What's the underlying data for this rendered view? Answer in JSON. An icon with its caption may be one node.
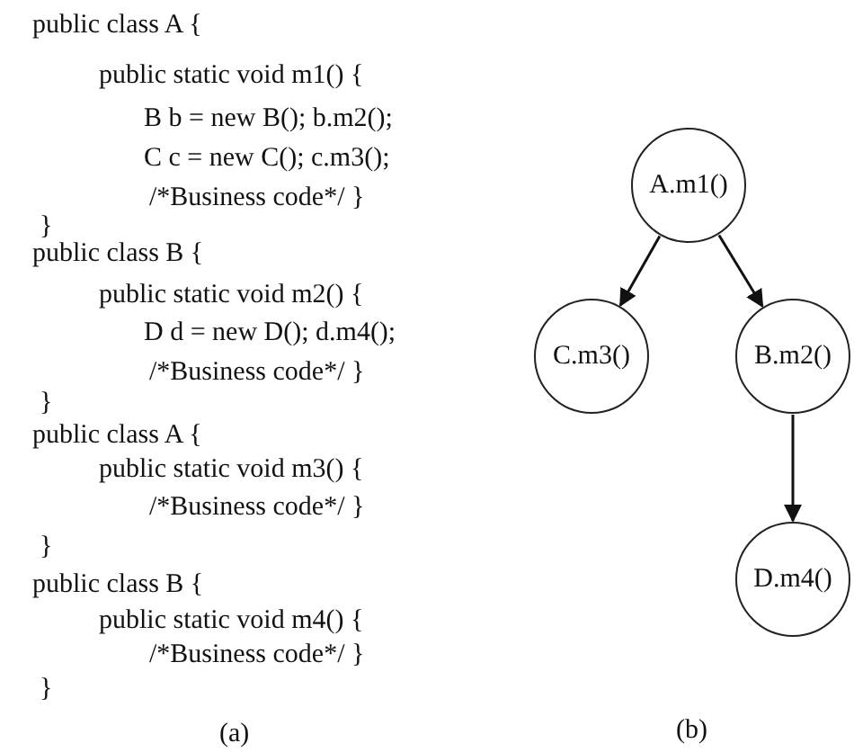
{
  "diagram": {
    "nodes": [
      {
        "text": [
          "A.m1()"
        ]
      },
      {
        "text": [
          "C.m3()"
        ]
      },
      {
        "text": [
          "B.m2()"
        ]
      },
      {
        "text": [
          "D.m4()"
        ]
      }
    ],
    "edges": [
      {
        "from": 0,
        "to": 1,
        "arrow": "to"
      },
      {
        "from": 0,
        "to": 2,
        "arrow": "to"
      },
      {
        "from": 2,
        "to": 3,
        "arrow": "to"
      }
    ],
    "labels": [
      "public class A {",
      "public static void m1() {",
      "B b = new B(); b.m2();",
      "C c = new C(); c.m3();",
      "/*Business code*/ }",
      "}",
      "public class B {",
      "public static void m2() {",
      "D d = new D(); d.m4();",
      "/*Business code*/ }",
      "}",
      "public class A {",
      "public static void m3() {",
      "/*Business code*/ }",
      "}",
      "public class B {",
      "public static void m4() {",
      "/*Business code*/ }",
      "}",
      "(a)",
      "(b)"
    ]
  }
}
